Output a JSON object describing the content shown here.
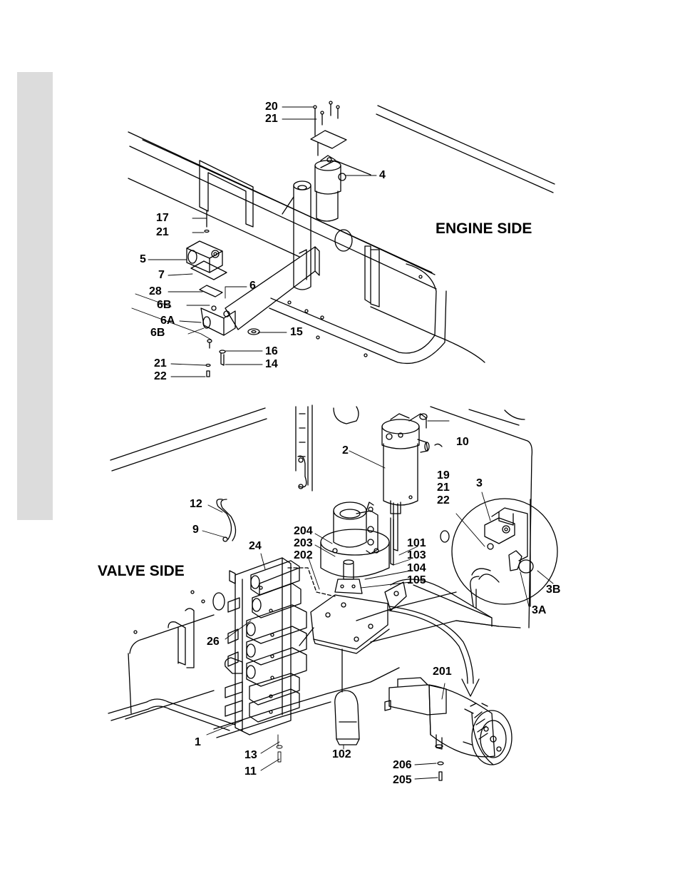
{
  "sections": {
    "engine_side": "ENGINE SIDE",
    "valve_side": "VALVE SIDE"
  },
  "callouts": {
    "c20": "20",
    "c21_top": "21",
    "c4": "4",
    "c17": "17",
    "c21_a": "21",
    "c5": "5",
    "c7": "7",
    "c28": "28",
    "c6": "6",
    "c6b_upper": "6B",
    "c6a": "6A",
    "c6b_lower": "6B",
    "c15": "15",
    "c16": "16",
    "c21_b": "21",
    "c14": "14",
    "c22_a": "22",
    "c10": "10",
    "c2": "2",
    "c19": "19",
    "c21_c": "21",
    "c22_b": "22",
    "c3": "3",
    "c12": "12",
    "c9": "9",
    "c204": "204",
    "c203": "203",
    "c202": "202",
    "c101": "101",
    "c103": "103",
    "c104": "104",
    "c105": "105",
    "c24": "24",
    "c3b": "3B",
    "c3a": "3A",
    "c26": "26",
    "c201": "201",
    "c1": "1",
    "c13": "13",
    "c11": "11",
    "c102": "102",
    "c206": "206",
    "c205": "205"
  }
}
